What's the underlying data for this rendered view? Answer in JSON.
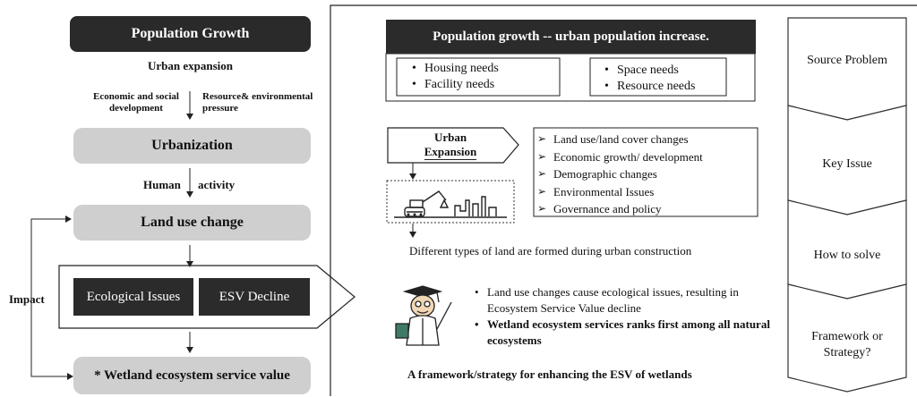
{
  "left": {
    "population_growth": "Population Growth",
    "urban_expansion": "Urban expansion",
    "econ_social": "Economic and social development",
    "resource_env": "Resource& environmental pressure",
    "urbanization": "Urbanization",
    "human": "Human",
    "activity": "activity",
    "land_use_change": "Land use change",
    "impact": "Impact",
    "ecological_issues": "Ecological Issues",
    "esv_decline": "ESV Decline",
    "wetland_esv": "* Wetland ecosystem service value"
  },
  "middle": {
    "header": "Population growth --  urban population increase.",
    "needs_left": [
      "Housing needs",
      "Facility needs"
    ],
    "needs_right": [
      "Space needs",
      "Resource needs"
    ],
    "urban_expansion": [
      "Urban",
      "Expansion"
    ],
    "changes": [
      "Land use/land cover changes",
      "Economic growth/ development",
      "Demographic changes",
      "Environmental Issues",
      "Governance and policy"
    ],
    "different_types": "Different types of land are formed during urban construction",
    "bullet1": "Land use changes cause ecological issues, resulting in Ecosystem Service Value decline",
    "bullet2": "Wetland ecosystem services ranks first among all natural ecosystems",
    "framework": "A framework/strategy  for enhancing the ESV of wetlands"
  },
  "right": {
    "steps": [
      "Source Problem",
      "Key Issue",
      "How to solve",
      "Framework or Strategy?"
    ]
  }
}
